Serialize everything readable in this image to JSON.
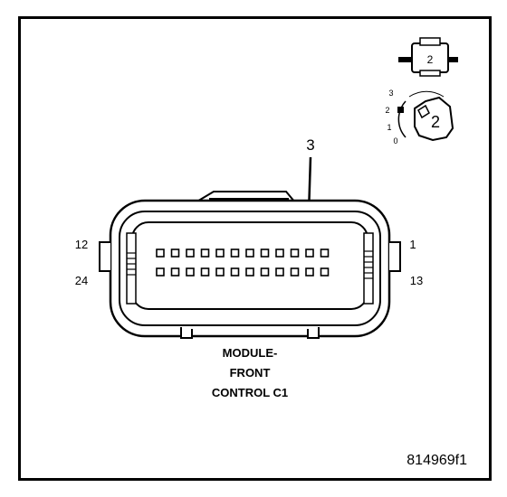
{
  "diagram": {
    "pin_labels": {
      "top_left": "12",
      "bottom_left": "24",
      "top_right": "1",
      "bottom_right": "13"
    },
    "callout_label": "3",
    "connector_title": [
      "MODULE-",
      "FRONT",
      "CONTROL C1"
    ],
    "reference_id": "814969f1",
    "icons": {
      "connector_icon_label": "2",
      "lock_icon_label": "2",
      "lock_scale": [
        "3",
        "2",
        "1",
        "0"
      ]
    },
    "colors": {
      "line": "#000000",
      "background": "#ffffff"
    }
  }
}
